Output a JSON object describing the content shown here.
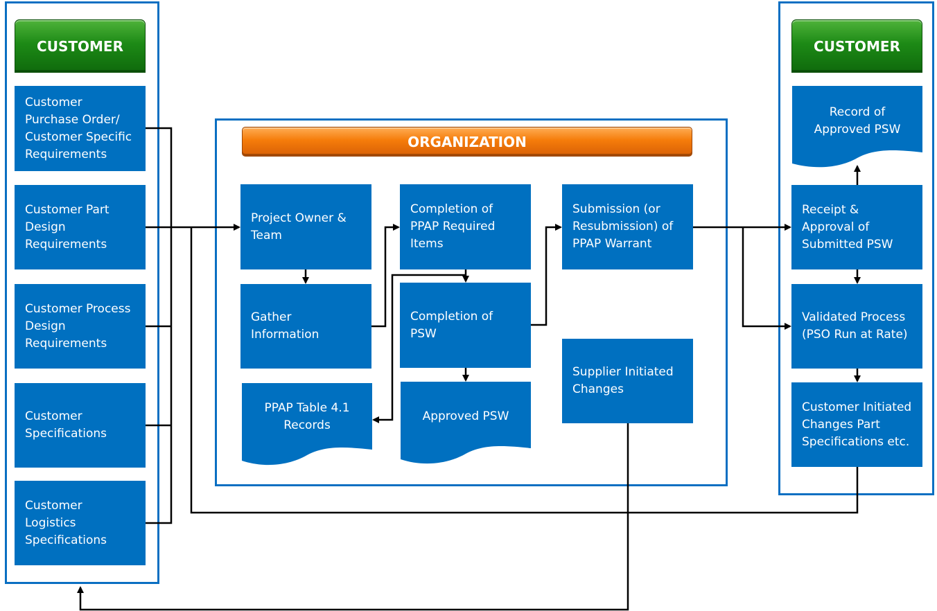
{
  "colors": {
    "box_blue": "#0070c0",
    "frame_blue": "#0a6fc2",
    "header_green": "#1d8a16",
    "header_orange": "#f57c0a",
    "line_black": "#000000"
  },
  "left_customer": {
    "header": "CUSTOMER",
    "items": [
      "Customer Purchase Order/ Customer Specific Requirements",
      "Customer Part Design Requirements",
      "Customer Process Design Requirements",
      "Customer Specifications",
      "Customer Logistics Specifications"
    ]
  },
  "organization": {
    "header": "ORGANIZATION",
    "project_owner": "Project Owner & Team",
    "gather_information": "Gather Information",
    "ppap_table": "PPAP Table 4.1 Records",
    "completion_items": "Completion of PPAP Required Items",
    "completion_psw": "Completion of PSW",
    "approved_psw": "Approved PSW",
    "submission": "Submission (or Resubmission) of PPAP Warrant",
    "supplier_changes": "Supplier Initiated Changes"
  },
  "right_customer": {
    "header": "CUSTOMER",
    "record": "Record of Approved PSW",
    "receipt": "Receipt & Approval of Submitted PSW",
    "validated": "Validated Process (PSO Run at Rate)",
    "customer_changes": "Customer Initiated Changes Part Specifications etc."
  }
}
